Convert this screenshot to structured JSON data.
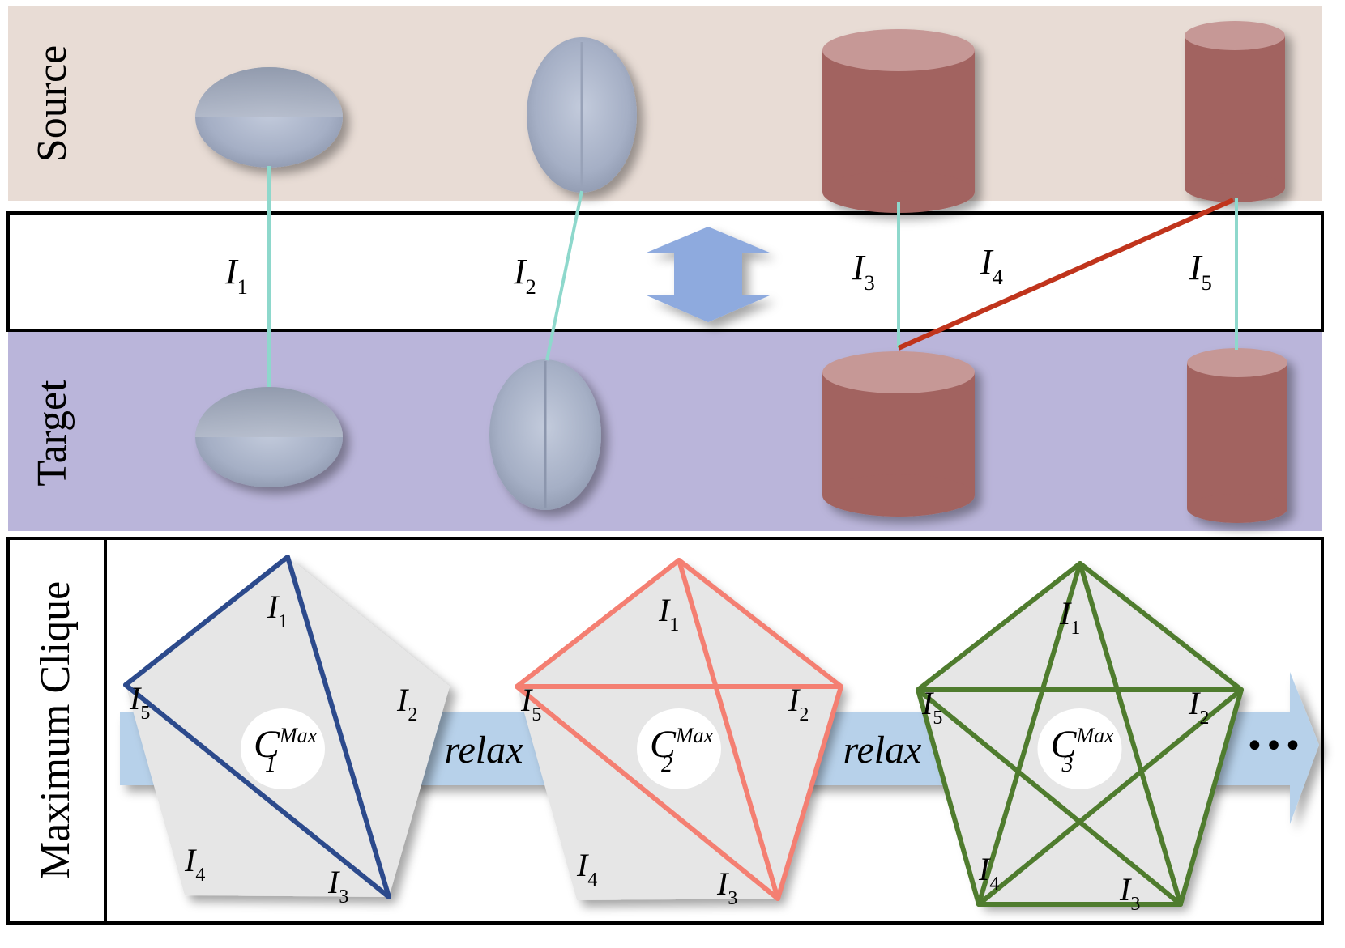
{
  "rows": {
    "source_label": "Source",
    "target_label": "Target",
    "clique_label": "Maximum Clique"
  },
  "correspondences": [
    {
      "letter": "I",
      "index": "1",
      "color": "#8ed8cc"
    },
    {
      "letter": "I",
      "index": "2",
      "color": "#8ed8cc"
    },
    {
      "letter": "I",
      "index": "3",
      "color": "#8ed8cc"
    },
    {
      "letter": "I",
      "index": "4",
      "color": "#c0341c"
    },
    {
      "letter": "I",
      "index": "5",
      "color": "#8ed8cc"
    }
  ],
  "cliques": [
    {
      "letter": "C",
      "index": "1",
      "sup": "Max",
      "color": "#2c4a8c",
      "nodes": {
        "n1": "1",
        "n2": "2",
        "n3": "3",
        "n4": "4",
        "n5": "5"
      }
    },
    {
      "letter": "C",
      "index": "2",
      "sup": "Max",
      "color": "#f47f72",
      "nodes": {
        "n1": "1",
        "n2": "2",
        "n3": "3",
        "n4": "4",
        "n5": "5"
      }
    },
    {
      "letter": "C",
      "index": "3",
      "sup": "Max",
      "color": "#4f7c2e",
      "nodes": {
        "n1": "1",
        "n2": "2",
        "n3": "3",
        "n4": "4",
        "n5": "5"
      }
    }
  ],
  "relax_labels": [
    "relax",
    "relax"
  ],
  "ellipsis": "•••",
  "colors": {
    "source_bg": "#e8dcd5",
    "target_bg": "#bab5da",
    "ellipsoid": "#a9b4c9",
    "cylinder": "#a26360",
    "cylinder_top": "#c69896",
    "arrow": "#8eaade",
    "flow_arrow": "#b7d1ea",
    "pentagon": "#e6e6e6"
  }
}
